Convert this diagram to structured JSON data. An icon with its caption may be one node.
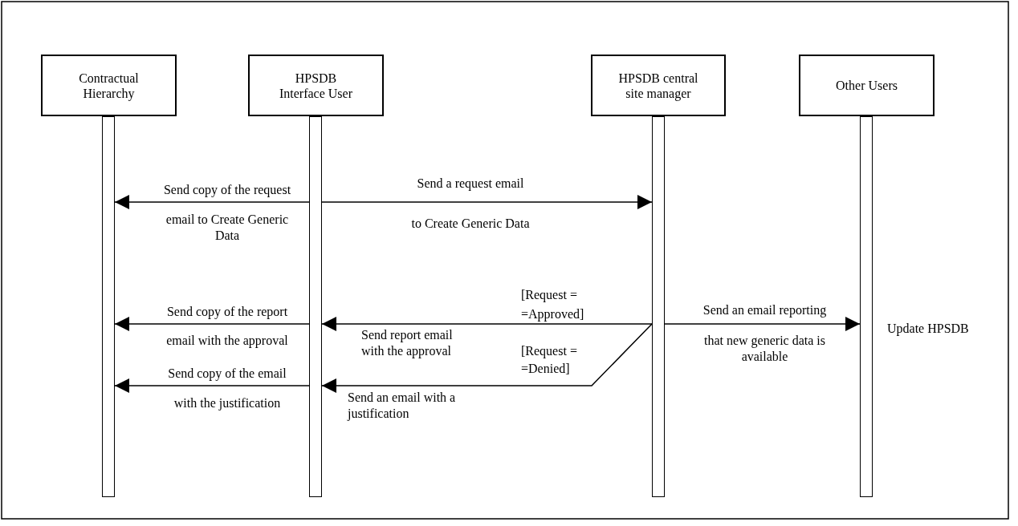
{
  "diagram": {
    "nodes": [
      {
        "text": [
          "Contractual Hierarchy"
        ]
      },
      {
        "text": [
          "HPSDB Interface User"
        ]
      },
      {
        "text": [
          "HPSDB central site manager"
        ]
      },
      {
        "text": [
          "Other Users"
        ]
      },
      {
        "text": [],
        "shape": "bar"
      },
      {
        "text": [],
        "shape": "bar"
      },
      {
        "text": [],
        "shape": "bar"
      },
      {
        "text": [],
        "shape": "bar"
      }
    ],
    "edges": [
      {
        "from": 5,
        "to": 4,
        "arrow": "to",
        "label": "Send copy of the request email to Create Generic Data"
      },
      {
        "from": 5,
        "to": 6,
        "arrow": "to",
        "label": "Send a request email to Create Generic Data"
      },
      {
        "from": 6,
        "to": 5,
        "arrow": "to",
        "label": "Send report email with the approval"
      },
      {
        "from": 5,
        "to": 4,
        "arrow": "to",
        "label": "Send copy of the report email with the approval"
      },
      {
        "from": 6,
        "to": 7,
        "arrow": "to",
        "label": "Send an email reporting that new generic data is available"
      },
      {
        "from": 6,
        "to": 5,
        "arrow": "to",
        "label": "Send an email with a justification"
      },
      {
        "from": 5,
        "to": 4,
        "arrow": "to",
        "label": "Send copy of the email with the justification"
      }
    ],
    "labels": [
      "[Request = =Approved]",
      "[Request = =Denied]",
      "Update HPSDB"
    ]
  }
}
